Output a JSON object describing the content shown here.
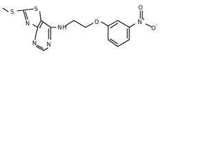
{
  "molecule": {
    "atoms": {
      "S_methyl": "S",
      "S_ring": "S",
      "N_thiazole": "N",
      "N_amine": "N",
      "H_amine": "H",
      "N_pyr_top": "N",
      "N_pyr_bottom": "N",
      "O_ether": "O",
      "N_nitro": "N",
      "N_nitro_charge": "+",
      "O_nitro_top": "O",
      "O_nitro_bottom": "O",
      "O_nitro_charge": "-"
    }
  }
}
